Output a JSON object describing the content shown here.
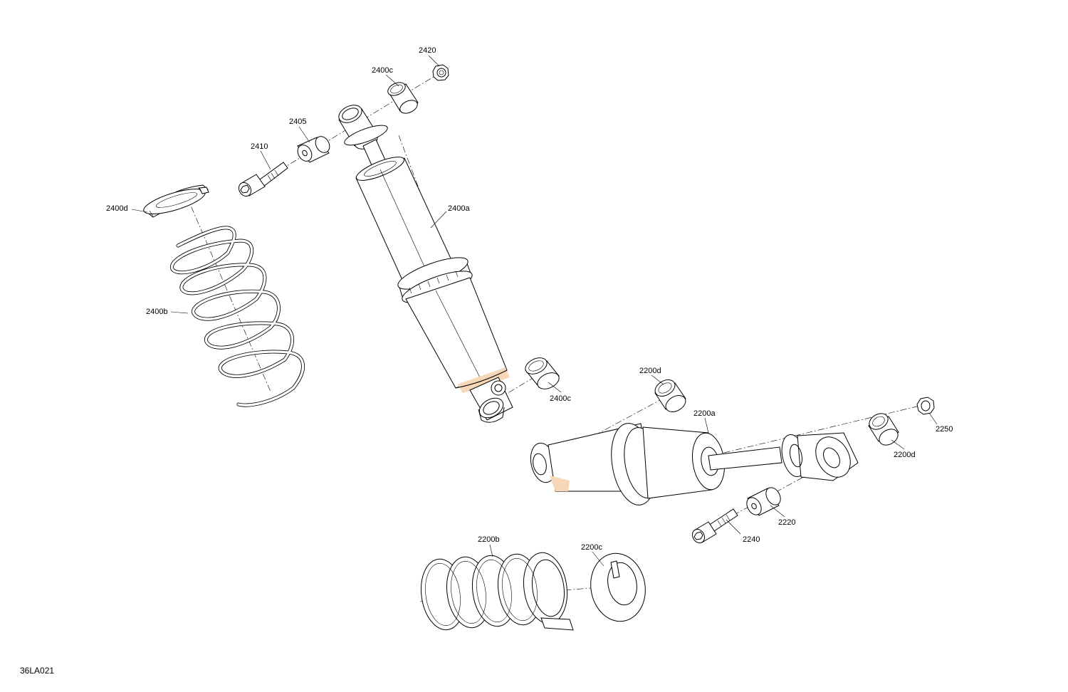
{
  "diagram_id": "36LA021",
  "callouts": {
    "c2420": "2420",
    "c2400c_top": "2400c",
    "c2405": "2405",
    "c2410": "2410",
    "c2400d": "2400d",
    "c2400a": "2400a",
    "c2400b": "2400b",
    "c2400c_bottom": "2400c",
    "c2200d_top": "2200d",
    "c2200a": "2200a",
    "c2250": "2250",
    "c2200d_right": "2200d",
    "c2220": "2220",
    "c2240": "2240",
    "c2200b": "2200b",
    "c2200c": "2200c"
  },
  "colors": {
    "line": "#000000",
    "background": "#ffffff",
    "accent": "#f6d7b8"
  }
}
